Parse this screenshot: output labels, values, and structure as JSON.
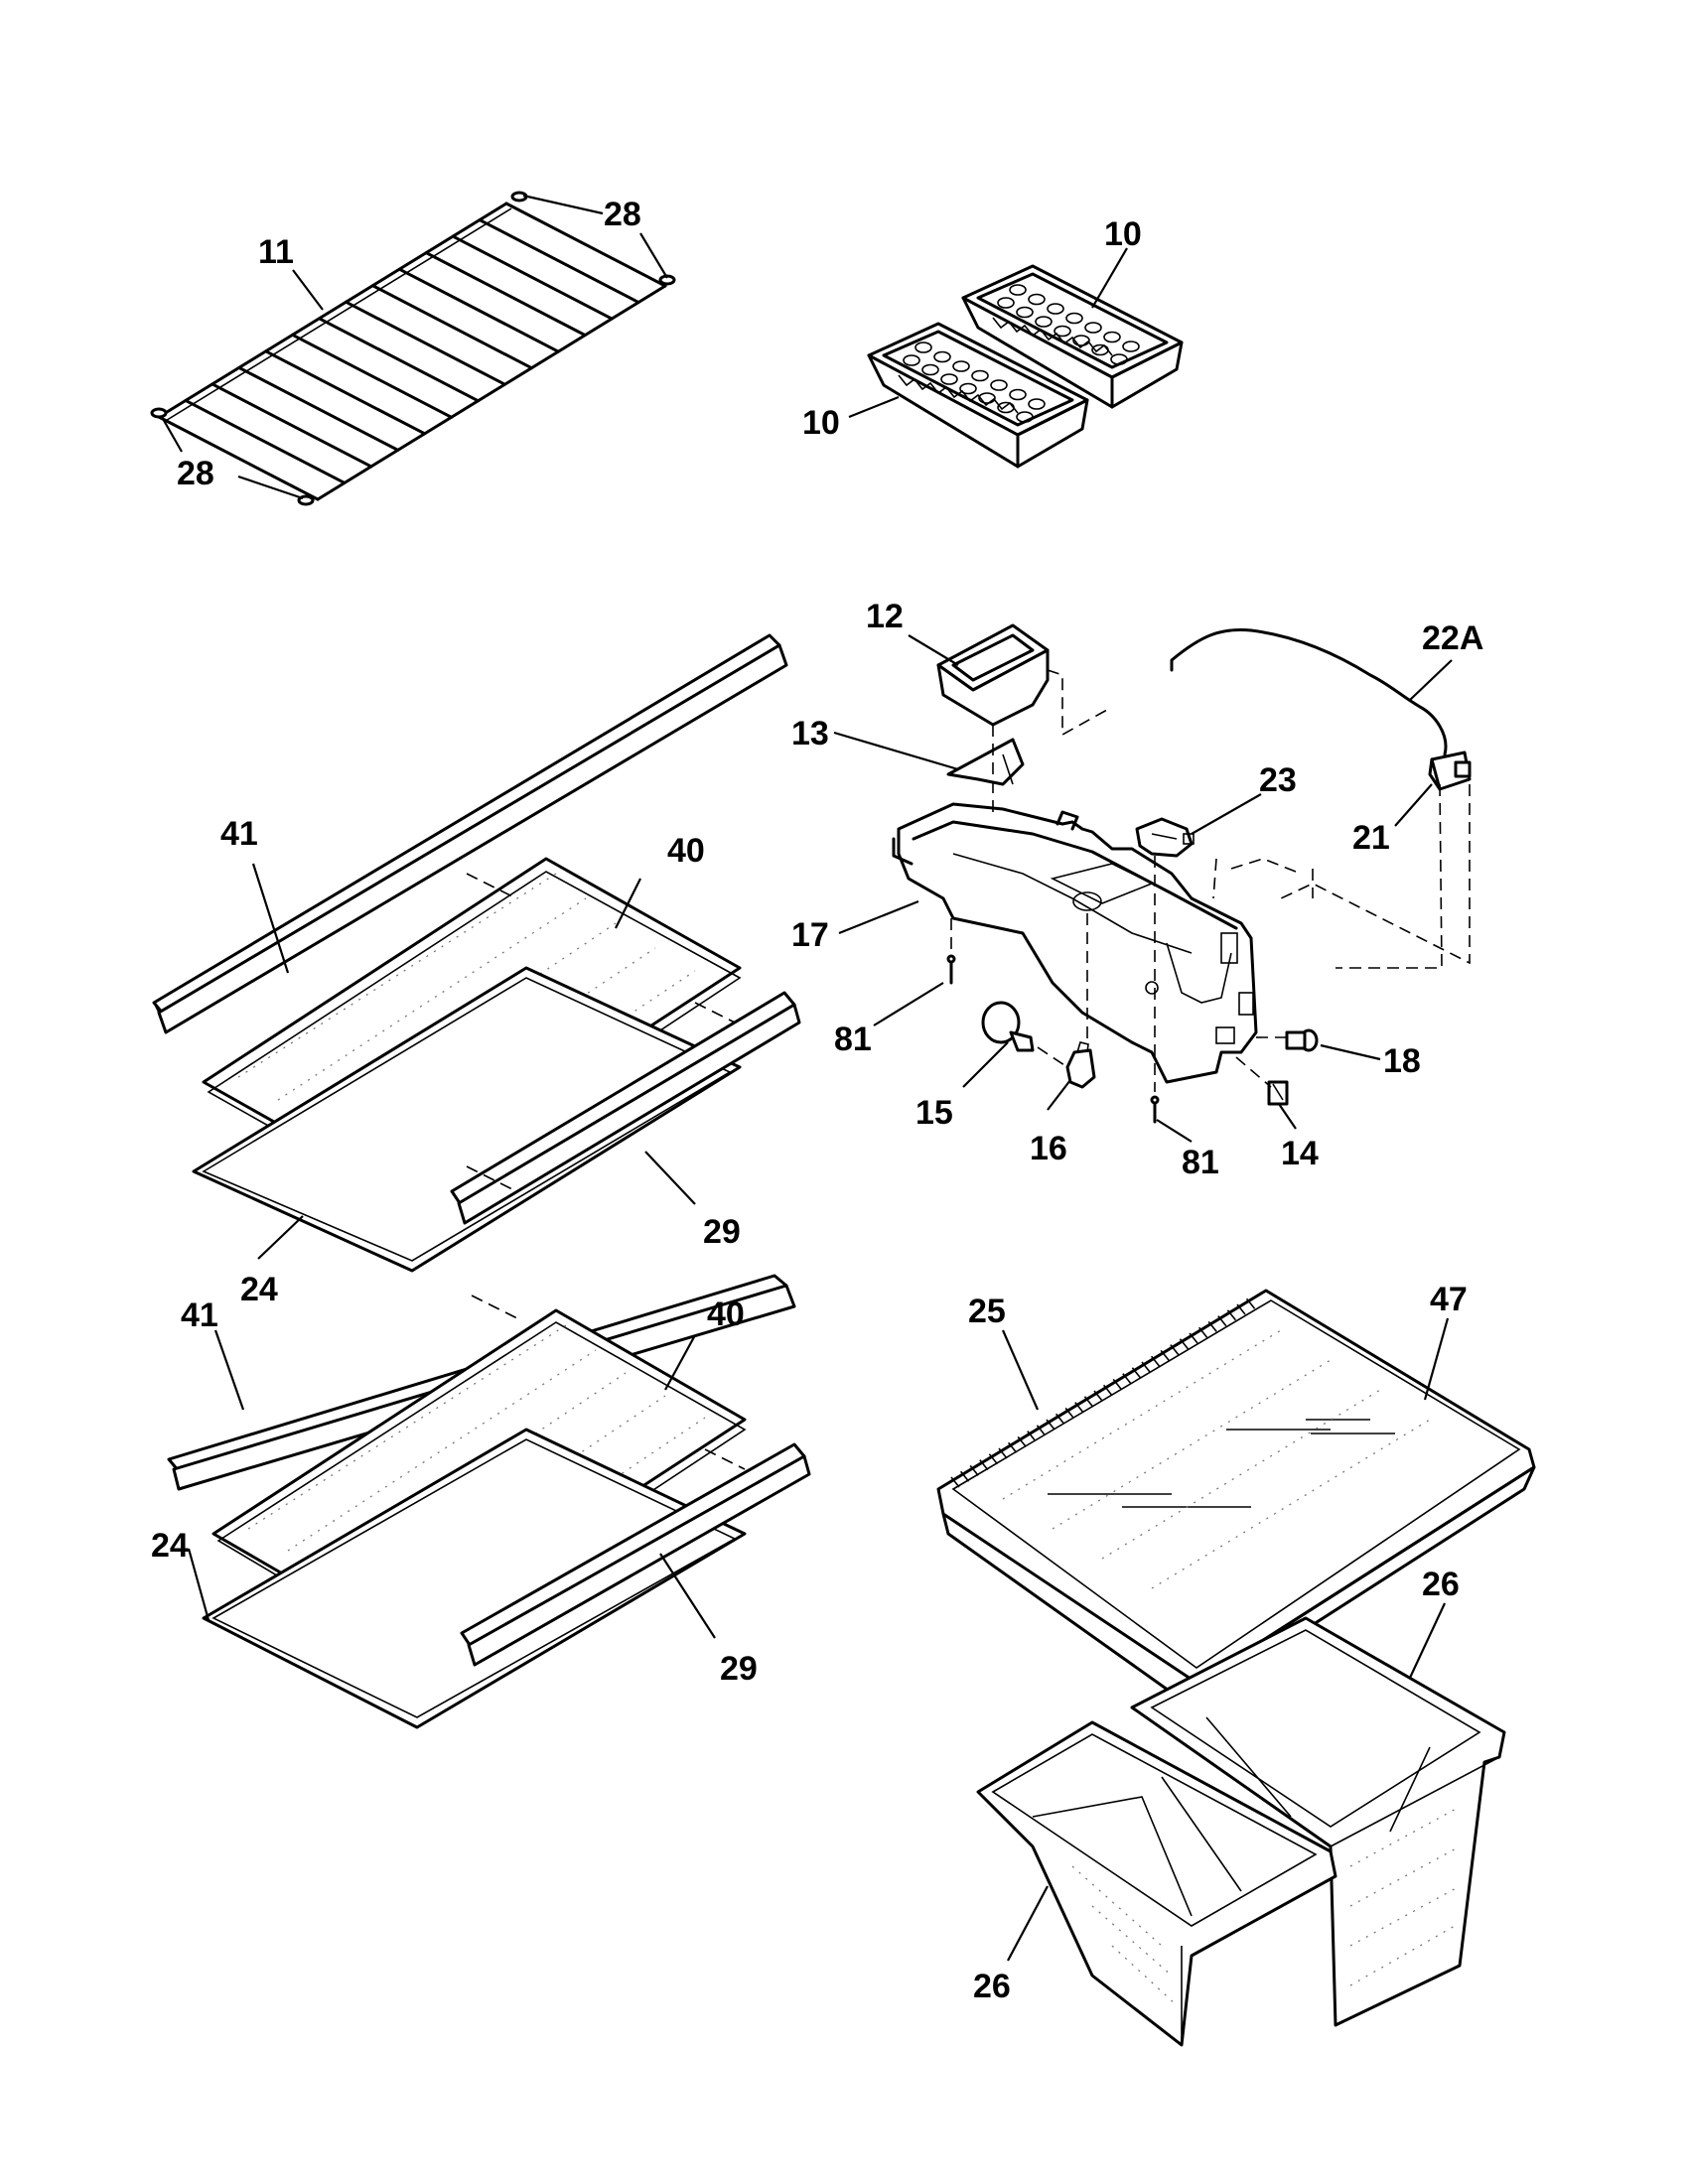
{
  "callouts": [
    {
      "id": "c28a",
      "text": "28"
    },
    {
      "id": "c11",
      "text": "11"
    },
    {
      "id": "c28b",
      "text": "28"
    },
    {
      "id": "c10a",
      "text": "10"
    },
    {
      "id": "c10b",
      "text": "10"
    },
    {
      "id": "c12",
      "text": "12"
    },
    {
      "id": "c22a",
      "text": "22A"
    },
    {
      "id": "c13",
      "text": "13"
    },
    {
      "id": "c23",
      "text": "23"
    },
    {
      "id": "c21",
      "text": "21"
    },
    {
      "id": "c17",
      "text": "17"
    },
    {
      "id": "c81a",
      "text": "81"
    },
    {
      "id": "c18",
      "text": "18"
    },
    {
      "id": "c15",
      "text": "15"
    },
    {
      "id": "c16",
      "text": "16"
    },
    {
      "id": "c81b",
      "text": "81"
    },
    {
      "id": "c14",
      "text": "14"
    },
    {
      "id": "c41a",
      "text": "41"
    },
    {
      "id": "c40a",
      "text": "40"
    },
    {
      "id": "c29a",
      "text": "29"
    },
    {
      "id": "c24a",
      "text": "24"
    },
    {
      "id": "c41b",
      "text": "41"
    },
    {
      "id": "c40b",
      "text": "40"
    },
    {
      "id": "c24b",
      "text": "24"
    },
    {
      "id": "c29b",
      "text": "29"
    },
    {
      "id": "c25",
      "text": "25"
    },
    {
      "id": "c47",
      "text": "47"
    },
    {
      "id": "c26a",
      "text": "26"
    },
    {
      "id": "c26b",
      "text": "26"
    }
  ]
}
